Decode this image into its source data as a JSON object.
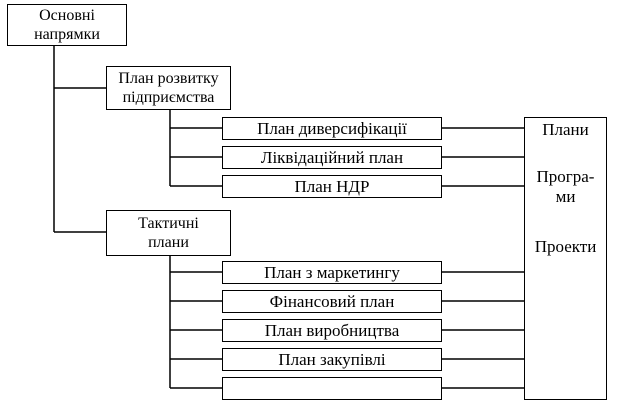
{
  "root": {
    "label": "Основні\nнапрямки"
  },
  "branches": [
    {
      "label": "План розвитку\nпідприємства",
      "items": [
        "План диверсифікації",
        "Ліквідаційний план",
        "План НДР"
      ]
    },
    {
      "label": "Тактичні\nплани",
      "items": [
        "План з маркетингу",
        "Фінансовий план",
        "План виробництва",
        "План закупівлі",
        ""
      ]
    }
  ],
  "right_panel": {
    "items": [
      "Плани",
      "Програ-\nми",
      "Проекти"
    ]
  }
}
